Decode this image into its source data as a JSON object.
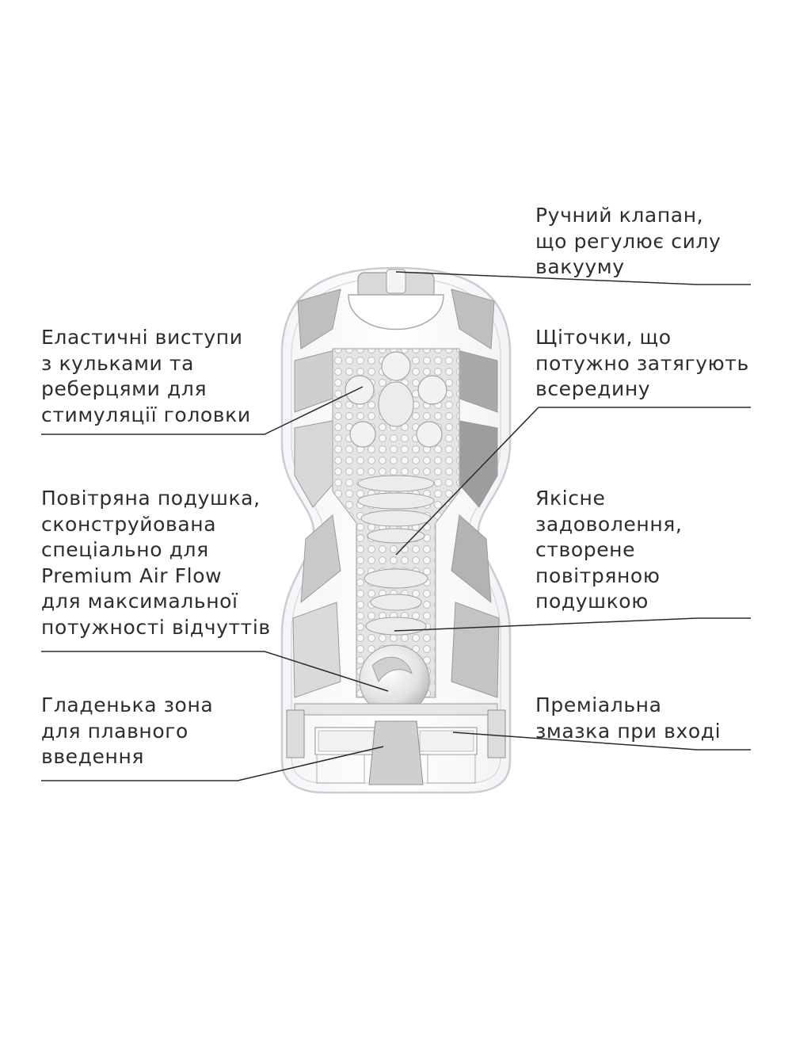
{
  "labels": {
    "valve": [
      "Ручний клапан,",
      "що регулює силу",
      "вакууму"
    ],
    "nubs": [
      "Еластичні виступи",
      "з кульками та",
      "реберцями для",
      "стимуляції головки"
    ],
    "bristles": [
      "Щіточки, що",
      "потужно затягують",
      "всередину"
    ],
    "air_cushion": [
      "Повітряна подушка,",
      "сконструйована",
      "спеціально для",
      "Premium Air Flow",
      "для максимальної",
      "потужності відчуттів"
    ],
    "pleasure": [
      "Якісне",
      "задоволення,",
      "створене",
      "повітряною",
      "подушкою"
    ],
    "smooth_zone": [
      "Гладенька зона",
      "для плавного",
      "введення"
    ],
    "lubricant": [
      "Преміальна",
      "змазка при вході"
    ]
  },
  "colors": {
    "text": "#2d2d2d",
    "leader_line": "#2a2a2a",
    "shell_outline": "#c9ced6",
    "inner_grey": "#b9b9b9",
    "dark_grey": "#8e8e8e"
  }
}
